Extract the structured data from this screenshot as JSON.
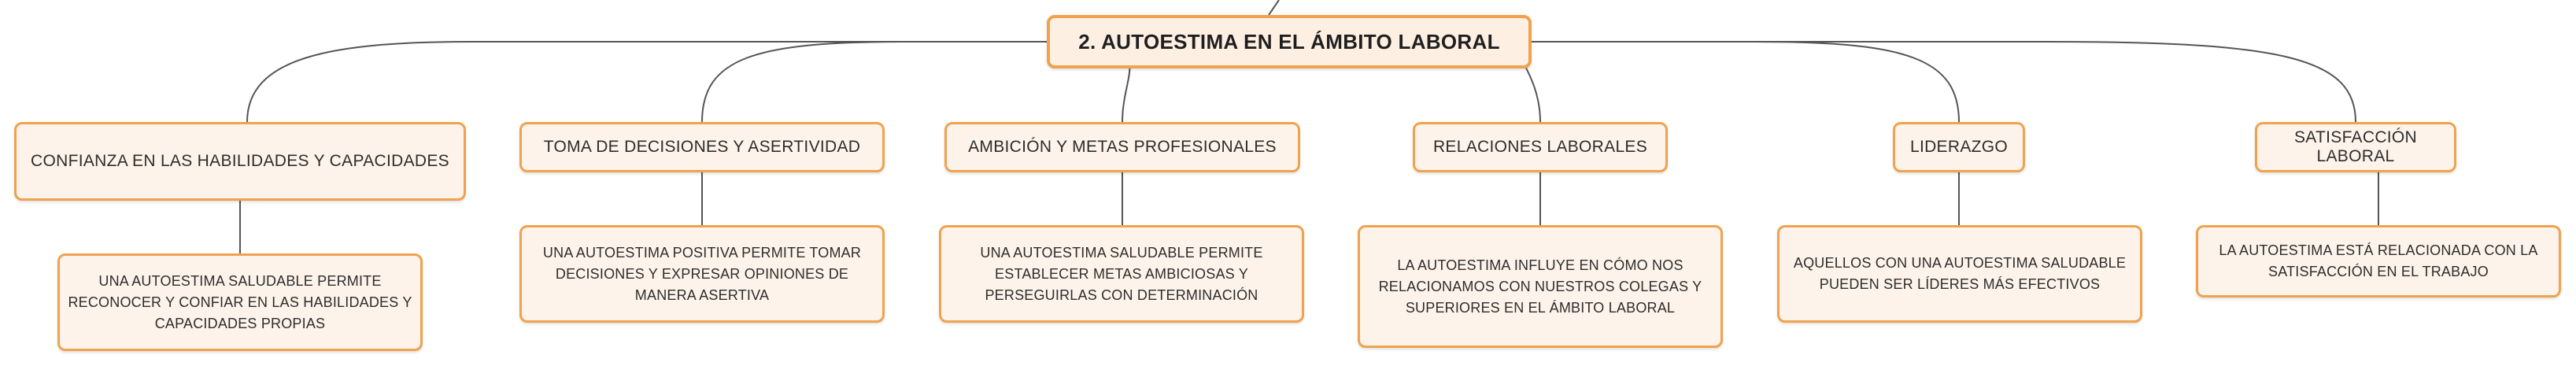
{
  "root": {
    "label": "2. AUTOESTIMA EN EL ÁMBITO LABORAL"
  },
  "topics": [
    {
      "label": "CONFIANZA EN LAS HABILIDADES Y CAPACIDADES",
      "detail": [
        "UNA AUTOESTIMA SALUDABLE PERMITE",
        "RECONOCER Y CONFIAR EN LAS HABILIDADES Y",
        "CAPACIDADES PROPIAS"
      ]
    },
    {
      "label": "TOMA DE DECISIONES Y ASERTIVIDAD",
      "detail": [
        "UNA AUTOESTIMA POSITIVA PERMITE TOMAR",
        "DECISIONES Y EXPRESAR OPINIONES DE",
        "MANERA ASERTIVA"
      ]
    },
    {
      "label": "AMBICIÓN Y METAS PROFESIONALES",
      "detail": [
        "UNA AUTOESTIMA SALUDABLE PERMITE",
        "ESTABLECER METAS AMBICIOSAS Y",
        "PERSEGUIRLAS CON DETERMINACIÓN"
      ]
    },
    {
      "label": "RELACIONES LABORALES",
      "detail": [
        "LA AUTOESTIMA INFLUYE EN CÓMO NOS",
        "RELACIONAMOS CON NUESTROS COLEGAS Y",
        "SUPERIORES EN EL ÁMBITO LABORAL"
      ]
    },
    {
      "label": "LIDERAZGO",
      "detail": [
        "AQUELLOS CON UNA AUTOESTIMA SALUDABLE",
        "PUEDEN SER LÍDERES MÁS EFECTIVOS"
      ]
    },
    {
      "label": "SATISFACCIÓN LABORAL",
      "detail": [
        "LA AUTOESTIMA ESTÁ RELACIONADA CON LA",
        "SATISFACCIÓN EN EL TRABAJO"
      ]
    }
  ],
  "colors": {
    "border": "#f0a24e",
    "fill": "#fdf3ea",
    "line": "#555555",
    "text": "#2d2d2d"
  }
}
